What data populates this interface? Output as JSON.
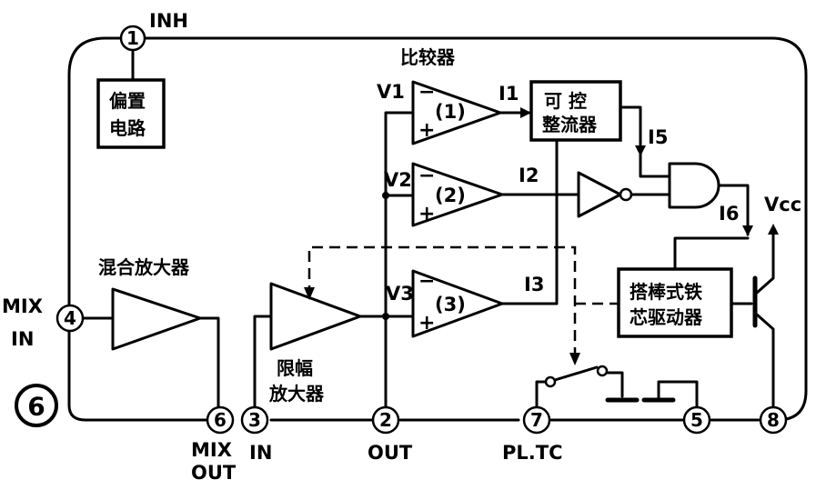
{
  "badge": "6",
  "labels": {
    "inh": "INH",
    "comparator": "比较器",
    "mix_amp": "混合放大器",
    "limit_amp_1": "限幅",
    "limit_amp_2": "放大器",
    "mix_in_1": "MIX",
    "mix_in_2": "IN",
    "mix_out_1": "MIX",
    "mix_out_2": "OUT",
    "in": "IN",
    "out": "OUT",
    "pltc": "PL.TC",
    "vcc": "Vcc"
  },
  "blocks": {
    "bias_1": "偏置",
    "bias_2": "电路",
    "scr_1": "可  控",
    "scr_2": "整流器",
    "driver_1": "搭棒式铁",
    "driver_2": "芯驱动器"
  },
  "pins": [
    "1",
    "2",
    "3",
    "4",
    "5",
    "6",
    "7",
    "8"
  ],
  "comparators": [
    {
      "num": "(1)",
      "v": "V1",
      "i": "I1"
    },
    {
      "num": "(2)",
      "v": "V2",
      "i": "I2"
    },
    {
      "num": "(3)",
      "v": "V3",
      "i": "I3"
    }
  ],
  "signals": {
    "i5": "I5",
    "i6": "I6"
  },
  "signs": {
    "minus": "−",
    "plus": "+"
  }
}
